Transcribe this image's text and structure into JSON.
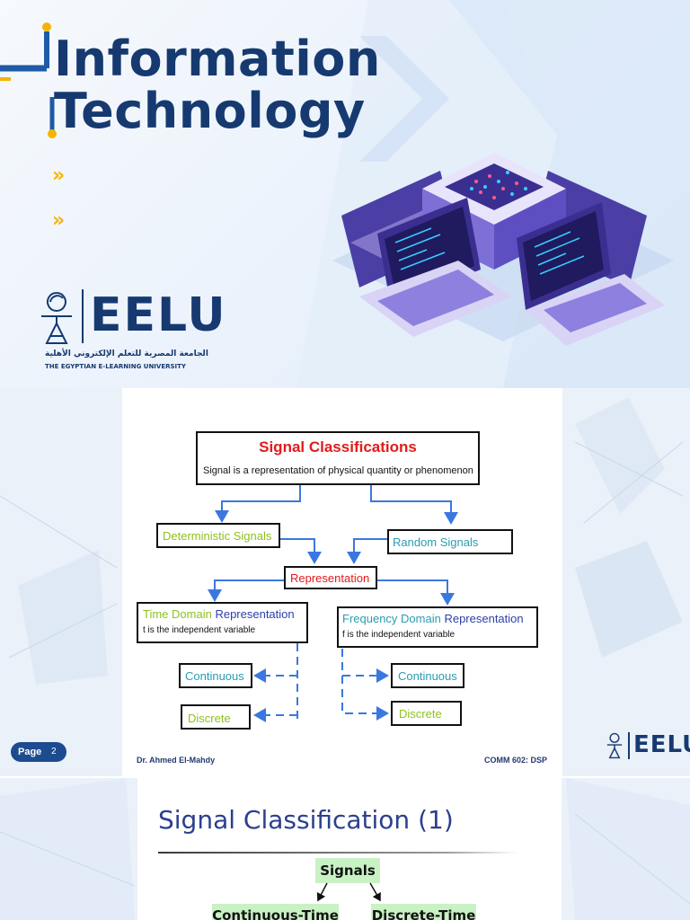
{
  "banner": {
    "title_line1": "Information",
    "title_line2": "Technology",
    "bullets": [
      "»",
      "»"
    ],
    "logo": {
      "name": "EELU",
      "arabic": "الجامعة المصرية للتعلم الإلكتروني الأهلية",
      "english": "THE EGYPTIAN E-LEARNING UNIVERSITY"
    },
    "colors": {
      "navy": "#163a70",
      "accent": "#f5b400",
      "purple": "#4b3fa6"
    }
  },
  "slide1": {
    "header_title": "Signal Classifications",
    "header_subtitle": "Signal is a representation of physical quantity or phenomenon",
    "deterministic": "Deterministic Signals",
    "random": "Random Signals",
    "representation": "Representation",
    "time_domain_word": "Time Domain",
    "time_representation_word": "Representation",
    "time_sub": "t is the independent variable",
    "freq_domain_word": "Frequency Domain",
    "freq_representation_word": "Representation",
    "freq_sub": "f is the independent variable",
    "left_continuous": "Continuous",
    "left_discrete": "Discrete",
    "right_continuous": "Continuous",
    "right_discrete": "Discrete",
    "author": "Dr. Ahmed El-Mahdy",
    "course": "COMM 602: DSP",
    "page_label": "Page",
    "page_number": "2",
    "logo_name": "EELU"
  },
  "slide2": {
    "title": "Signal Classification (1)",
    "root": "Signals",
    "left_child": "Continuous-Time",
    "right_child": "Discrete-Time"
  }
}
